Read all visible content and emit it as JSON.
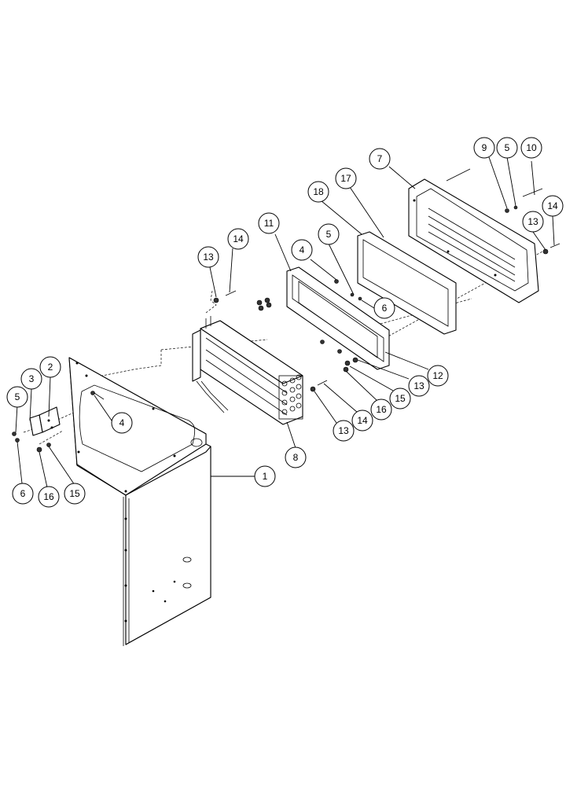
{
  "callouts": [
    {
      "id": "c1",
      "label": "1"
    },
    {
      "id": "c2",
      "label": "2"
    },
    {
      "id": "c3",
      "label": "3"
    },
    {
      "id": "c4a",
      "label": "4"
    },
    {
      "id": "c4b",
      "label": "4"
    },
    {
      "id": "c5a",
      "label": "5"
    },
    {
      "id": "c5b",
      "label": "5"
    },
    {
      "id": "c5c",
      "label": "5"
    },
    {
      "id": "c6a",
      "label": "6"
    },
    {
      "id": "c6b",
      "label": "6"
    },
    {
      "id": "c7",
      "label": "7"
    },
    {
      "id": "c8",
      "label": "8"
    },
    {
      "id": "c9",
      "label": "9"
    },
    {
      "id": "c10",
      "label": "10"
    },
    {
      "id": "c11",
      "label": "11"
    },
    {
      "id": "c12",
      "label": "12"
    },
    {
      "id": "c13a",
      "label": "13"
    },
    {
      "id": "c13b",
      "label": "13"
    },
    {
      "id": "c13c",
      "label": "13"
    },
    {
      "id": "c13d",
      "label": "13"
    },
    {
      "id": "c14a",
      "label": "14"
    },
    {
      "id": "c14b",
      "label": "14"
    },
    {
      "id": "c14c",
      "label": "14"
    },
    {
      "id": "c15a",
      "label": "15"
    },
    {
      "id": "c15b",
      "label": "15"
    },
    {
      "id": "c16a",
      "label": "16"
    },
    {
      "id": "c16b",
      "label": "16"
    },
    {
      "id": "c17",
      "label": "17"
    },
    {
      "id": "c18",
      "label": "18"
    }
  ]
}
